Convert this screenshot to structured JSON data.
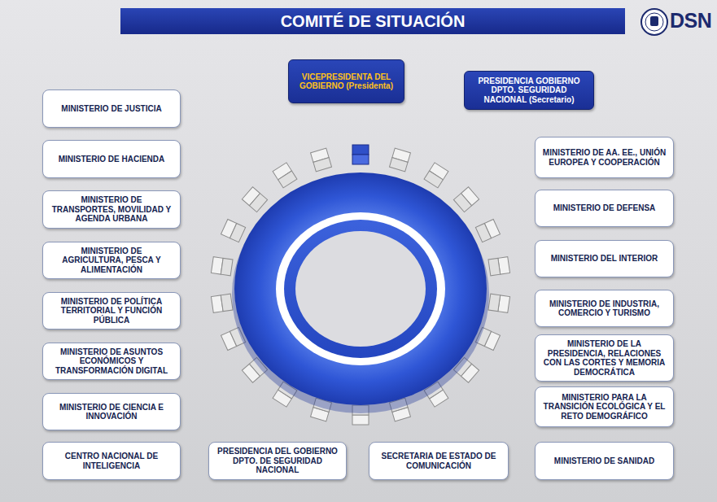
{
  "diagram": {
    "title": "COMITÉ DE SITUACIÓN",
    "nodes": [
      {
        "text": [
          "VICEPRESIDENTA DEL GOBIERNO (Presidenta)"
        ]
      },
      {
        "text": [
          "PRESIDENCIA GOBIERNO DPTO. SEGURIDAD NACIONAL (Secretario)"
        ]
      },
      {
        "text": [
          "MINISTERIO DE JUSTICIA"
        ]
      },
      {
        "text": [
          "MINISTERIO DE HACIENDA"
        ]
      },
      {
        "text": [
          "MINISTERIO DE TRANSPORTES, MOVILIDAD Y AGENDA URBANA"
        ]
      },
      {
        "text": [
          "MINISTERIO DE AGRICULTURA, PESCA Y ALIMENTACIÓN"
        ]
      },
      {
        "text": [
          "MINISTERIO DE POLÍTICA TERRITORIAL Y FUNCIÓN PÚBLICA"
        ]
      },
      {
        "text": [
          "MINISTERIO DE ASUNTOS ECONÓMICOS Y TRANSFORMACIÓN DIGITAL"
        ]
      },
      {
        "text": [
          "MINISTERIO DE CIENCIA E INNOVACIÓN"
        ]
      },
      {
        "text": [
          "CENTRO NACIONAL DE INTELIGENCIA"
        ]
      },
      {
        "text": [
          "MINISTERIO DE AA. EE., UNIÓN EUROPEA Y COOPERACIÓN"
        ]
      },
      {
        "text": [
          "MINISTERIO DE DEFENSA"
        ]
      },
      {
        "text": [
          "MINISTERIO DEL INTERIOR"
        ]
      },
      {
        "text": [
          "MINISTERIO DE INDUSTRIA, COMERCIO Y TURISMO"
        ]
      },
      {
        "text": [
          "MINISTERIO DE LA PRESIDENCIA, RELACIONES CON LAS CORTES Y MEMORIA DEMOCRÁTICA"
        ]
      },
      {
        "text": [
          "MINISTERIO PARA LA TRANSICIÓN ECOLÓGICA Y EL RETO DEMOGRÁFICO"
        ]
      },
      {
        "text": [
          "MINISTERIO DE SANIDAD"
        ]
      },
      {
        "text": [
          "PRESIDENCIA DEL GOBIERNO DPTO. DE SEGURIDAD NACIONAL"
        ]
      },
      {
        "text": [
          "SECRETARIA DE ESTADO DE COMUNICACIÓN"
        ]
      }
    ],
    "labels": [
      "DSN"
    ]
  }
}
